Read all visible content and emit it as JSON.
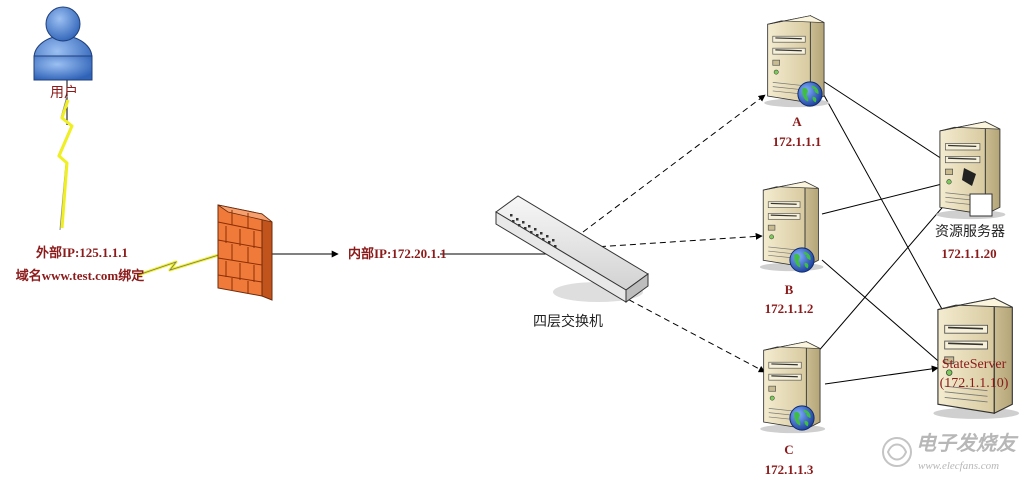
{
  "user": {
    "label": "用户"
  },
  "external": {
    "ip_label": "外部IP:125.1.1.1",
    "domain_label": "域名www.test.com绑定"
  },
  "internal": {
    "ip_label": "内部IP:172.20.1.1"
  },
  "switch": {
    "label": "四层交换机"
  },
  "servers": [
    {
      "name": "A",
      "ip": "172.1.1.1"
    },
    {
      "name": "B",
      "ip": "172.1.1.2"
    },
    {
      "name": "C",
      "ip": "172.1.1.3"
    }
  ],
  "resource_server": {
    "name": "资源服务器",
    "ip": "172.1.1.20"
  },
  "state_server": {
    "name": "StateServer",
    "ip": "(172.1.1.10)"
  },
  "watermark": {
    "text": "电子发烧友",
    "url": "www.elecfans.com"
  },
  "colors": {
    "label": "#8b1a1a",
    "server_body": "#efe6c4",
    "firewall": "#f07a3a",
    "user": "#4a7fd0",
    "lightning": "#f0f020"
  }
}
